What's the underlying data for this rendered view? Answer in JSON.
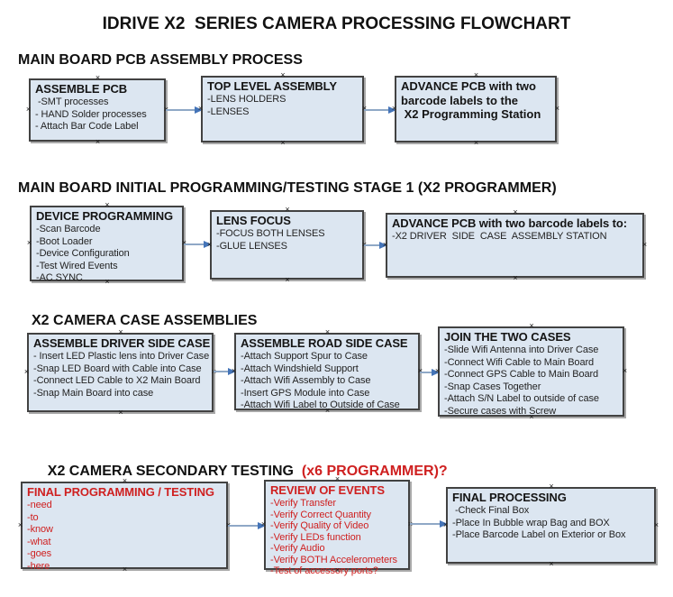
{
  "title": "IDRIVE X2  SERIES CAMERA PROCESSING FLOWCHART",
  "anchor_glyph": "×",
  "colors": {
    "box_fill": "#dce6f1",
    "box_border": "#424242",
    "arrow_line": "#8fa8c6",
    "arrow_head": "#4474b8",
    "red_text": "#cf2020",
    "black_text": "#141414"
  },
  "sections": [
    {
      "heading": "MAIN BOARD PCB ASSEMBLY PROCESS",
      "boxes": [
        {
          "title": "ASSEMBLE PCB",
          "items": [
            " -SMT processes",
            "- HAND Solder processes",
            "- Attach Bar Code Label"
          ]
        },
        {
          "title": "TOP LEVEL ASSEMBLY",
          "items": [
            "-LENS HOLDERS",
            "-LENSES"
          ]
        },
        {
          "title_lines": [
            "ADVANCE PCB with two",
            "barcode labels to the",
            " X2 Programming Station"
          ],
          "items": []
        }
      ]
    },
    {
      "heading": "MAIN BOARD INITIAL PROGRAMMING/TESTING STAGE 1 (X2 PROGRAMMER)",
      "boxes": [
        {
          "title": "DEVICE PROGRAMMING",
          "items": [
            "-Scan Barcode",
            "-Boot Loader",
            "-Device Configuration",
            "-Test Wired Events",
            "-AC SYNC"
          ]
        },
        {
          "title": "LENS FOCUS",
          "items": [
            "-FOCUS BOTH LENSES",
            "-GLUE LENSES"
          ]
        },
        {
          "title": "ADVANCE PCB with two barcode labels to:",
          "items": [
            "-X2 DRIVER  SIDE  CASE  ASSEMBLY STATION"
          ]
        }
      ]
    },
    {
      "heading": "X2 CAMERA CASE ASSEMBLIES",
      "boxes": [
        {
          "title": "ASSEMBLE DRIVER SIDE CASE",
          "items": [
            "- Insert LED Plastic lens into Driver Case",
            "-Snap LED Board with Cable into Case",
            "-Connect LED Cable to X2 Main Board",
            "-Snap Main Board into case"
          ]
        },
        {
          "title": "ASSEMBLE ROAD SIDE CASE",
          "items": [
            "-Attach Support Spur to Case",
            "-Attach Windshield Support",
            "-Attach Wifi Assembly to Case",
            "-Insert GPS Module into Case",
            "-Attach Wifi Label to Outside of Case"
          ]
        },
        {
          "title": "JOIN THE TWO CASES",
          "items": [
            "-Slide Wifi Antenna into Driver Case",
            "-Connect Wifi Cable to Main Board",
            "-Connect GPS Cable to Main Board",
            "-Snap Cases Together",
            "-Attach S/N Label to outside of case",
            "-Secure cases with Screw"
          ]
        }
      ]
    },
    {
      "heading_black": "X2 CAMERA SECONDARY TESTING ",
      "heading_red": " (x6 PROGRAMMER)?",
      "boxes": [
        {
          "title": "FINAL PROGRAMMING / TESTING",
          "items": [
            "-need",
            "-to",
            "-know",
            "-what",
            "-goes",
            "-here"
          ]
        },
        {
          "title": "REVIEW OF EVENTS",
          "items": [
            "-Verify Transfer",
            "-Verify Correct Quantity",
            "-Verify Quality of Video",
            "-Verify LEDs function",
            "-Verify Audio",
            "-Verify BOTH Accelerometers",
            "-Test of accessory ports?"
          ]
        },
        {
          "title": "FINAL PROCESSING",
          "items": [
            " -Check Final Box",
            "-Place In Bubble wrap Bag and BOX",
            "-Place Barcode Label on Exterior or Box"
          ]
        }
      ]
    }
  ]
}
